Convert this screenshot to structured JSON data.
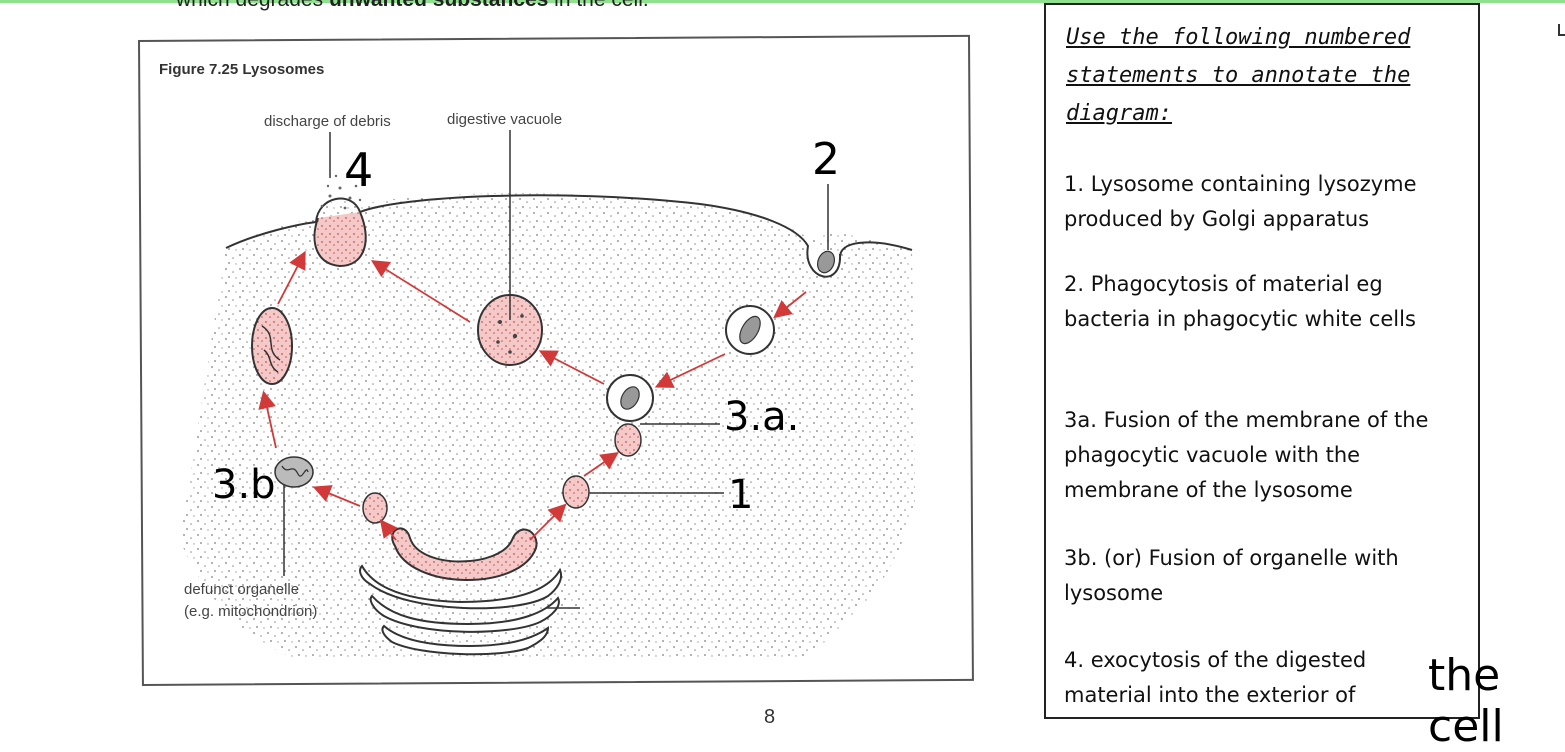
{
  "page": {
    "cut_text_plain": "which degrades ",
    "cut_text_bold": "unwanted substances",
    "cut_text_end": " in the cell.",
    "page_number": "8"
  },
  "figure": {
    "title": "Figure 7.25  Lysosomes",
    "labels": {
      "discharge": "discharge of debris",
      "digestive": "digestive vacuole",
      "defunct_line1": "defunct organelle",
      "defunct_line2": "(e.g. mitochondrion)"
    },
    "annotations": [
      "4",
      "2",
      "3.a.",
      "1",
      "3.b"
    ]
  },
  "panel": {
    "title": "Use the following numbered statements to annotate the diagram:",
    "statements": [
      "1. Lysosome containing lysozyme produced by Golgi apparatus",
      "2. Phagocytosis of material eg bacteria in phagocytic white cells",
      "3a. Fusion of the membrane of the phagocytic vacuole with the membrane of the lysosome",
      "3b. (or) Fusion of organelle with lysosome",
      "4. exocytosis of the digested material into the exterior of"
    ],
    "handwritten_tail": "the cell"
  },
  "colors": {
    "arrow": "#d23a3a",
    "lysosome_fill": "#f2b8b8",
    "membrane": "#444444",
    "panel_border": "#222222"
  }
}
